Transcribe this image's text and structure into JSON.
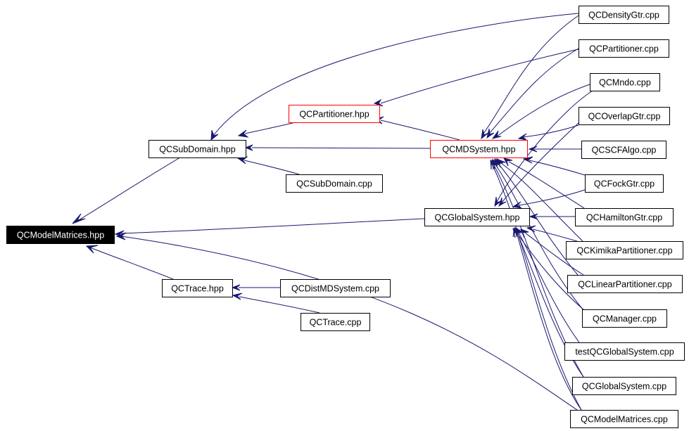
{
  "diagram": {
    "nodes": [
      {
        "id": "modelmatrices_hpp",
        "label": "QCModelMatrices.hpp",
        "style": "root"
      },
      {
        "id": "subdomain_hpp",
        "label": "QCSubDomain.hpp",
        "style": "normal"
      },
      {
        "id": "trace_hpp",
        "label": "QCTrace.hpp",
        "style": "normal"
      },
      {
        "id": "partitioner_hpp",
        "label": "QCPartitioner.hpp",
        "style": "header"
      },
      {
        "id": "mdsystem_hpp",
        "label": "QCMDSystem.hpp",
        "style": "header"
      },
      {
        "id": "globalsystem_hpp",
        "label": "QCGlobalSystem.hpp",
        "style": "normal"
      },
      {
        "id": "subdomain_cpp",
        "label": "QCSubDomain.cpp",
        "style": "normal"
      },
      {
        "id": "distmdsystem_cpp",
        "label": "QCDistMDSystem.cpp",
        "style": "normal"
      },
      {
        "id": "trace_cpp",
        "label": "QCTrace.cpp",
        "style": "normal"
      },
      {
        "id": "densitygtr_cpp",
        "label": "QCDensityGtr.cpp",
        "style": "normal"
      },
      {
        "id": "partitioner_cpp",
        "label": "QCPartitioner.cpp",
        "style": "normal"
      },
      {
        "id": "mndo_cpp",
        "label": "QCMndo.cpp",
        "style": "normal"
      },
      {
        "id": "overlapgtr_cpp",
        "label": "QCOverlapGtr.cpp",
        "style": "normal"
      },
      {
        "id": "scfalgo_cpp",
        "label": "QCSCFAlgo.cpp",
        "style": "normal"
      },
      {
        "id": "fockgtr_cpp",
        "label": "QCFockGtr.cpp",
        "style": "normal"
      },
      {
        "id": "hamiltongtr_cpp",
        "label": "QCHamiltonGtr.cpp",
        "style": "normal"
      },
      {
        "id": "kimikapartitioner_cpp",
        "label": "QCKimikaPartitioner.cpp",
        "style": "normal"
      },
      {
        "id": "linearpartitioner_cpp",
        "label": "QCLinearPartitioner.cpp",
        "style": "normal"
      },
      {
        "id": "manager_cpp",
        "label": "QCManager.cpp",
        "style": "normal"
      },
      {
        "id": "testglobalsystem_cpp",
        "label": "testQCGlobalSystem.cpp",
        "style": "normal"
      },
      {
        "id": "globalsystem_cpp",
        "label": "QCGlobalSystem.cpp",
        "style": "normal"
      },
      {
        "id": "modelmatrices_cpp",
        "label": "QCModelMatrices.cpp",
        "style": "normal"
      }
    ],
    "edges": [
      {
        "from": "subdomain_hpp",
        "to": "modelmatrices_hpp"
      },
      {
        "from": "trace_hpp",
        "to": "modelmatrices_hpp"
      },
      {
        "from": "globalsystem_hpp",
        "to": "modelmatrices_hpp"
      },
      {
        "from": "modelmatrices_cpp",
        "to": "modelmatrices_hpp"
      },
      {
        "from": "partitioner_hpp",
        "to": "subdomain_hpp"
      },
      {
        "from": "mdsystem_hpp",
        "to": "subdomain_hpp"
      },
      {
        "from": "subdomain_cpp",
        "to": "subdomain_hpp"
      },
      {
        "from": "densitygtr_cpp",
        "to": "subdomain_hpp"
      },
      {
        "from": "distmdsystem_cpp",
        "to": "trace_hpp"
      },
      {
        "from": "trace_cpp",
        "to": "trace_hpp"
      },
      {
        "from": "mdsystem_hpp",
        "to": "partitioner_hpp"
      },
      {
        "from": "partitioner_cpp",
        "to": "partitioner_hpp"
      },
      {
        "from": "densitygtr_cpp",
        "to": "mdsystem_hpp"
      },
      {
        "from": "partitioner_cpp",
        "to": "mdsystem_hpp"
      },
      {
        "from": "mndo_cpp",
        "to": "mdsystem_hpp"
      },
      {
        "from": "overlapgtr_cpp",
        "to": "mdsystem_hpp"
      },
      {
        "from": "scfalgo_cpp",
        "to": "mdsystem_hpp"
      },
      {
        "from": "fockgtr_cpp",
        "to": "mdsystem_hpp"
      },
      {
        "from": "hamiltongtr_cpp",
        "to": "mdsystem_hpp"
      },
      {
        "from": "kimikapartitioner_cpp",
        "to": "mdsystem_hpp"
      },
      {
        "from": "linearpartitioner_cpp",
        "to": "mdsystem_hpp"
      },
      {
        "from": "manager_cpp",
        "to": "mdsystem_hpp"
      },
      {
        "from": "globalsystem_cpp",
        "to": "mdsystem_hpp"
      },
      {
        "from": "modelmatrices_cpp",
        "to": "mdsystem_hpp"
      },
      {
        "from": "mndo_cpp",
        "to": "globalsystem_hpp"
      },
      {
        "from": "overlapgtr_cpp",
        "to": "globalsystem_hpp"
      },
      {
        "from": "fockgtr_cpp",
        "to": "globalsystem_hpp"
      },
      {
        "from": "hamiltongtr_cpp",
        "to": "globalsystem_hpp"
      },
      {
        "from": "kimikapartitioner_cpp",
        "to": "globalsystem_hpp"
      },
      {
        "from": "linearpartitioner_cpp",
        "to": "globalsystem_hpp"
      },
      {
        "from": "manager_cpp",
        "to": "globalsystem_hpp"
      },
      {
        "from": "testglobalsystem_cpp",
        "to": "globalsystem_hpp"
      },
      {
        "from": "globalsystem_cpp",
        "to": "globalsystem_hpp"
      },
      {
        "from": "modelmatrices_cpp",
        "to": "globalsystem_hpp"
      }
    ]
  },
  "colors": {
    "edge": "#191970",
    "header_border": "#ff0000",
    "node_border": "#000000",
    "root_fill": "#000000",
    "root_text": "#ffffff",
    "background": "#ffffff"
  }
}
